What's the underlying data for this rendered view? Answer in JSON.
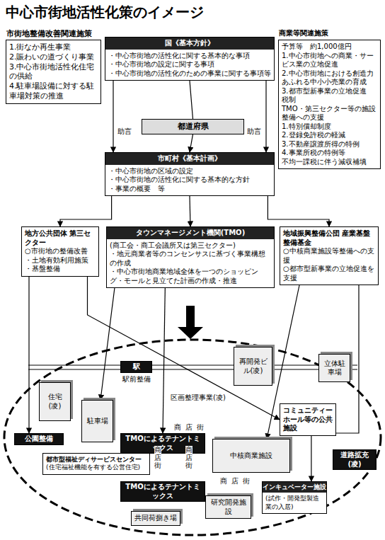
{
  "diagram": {
    "title": "中心市街地活性化策のイメージ",
    "nodes": [
      {
        "text": [
          "市街地整備改善関連施策",
          "1.街なか再生事業",
          "2.賑わいの道づくり事業",
          "3.中心市街地活性化住宅の供給",
          "4.駐車場設備に対する駐車場対策の推進"
        ]
      },
      {
        "text": [
          "国《基本方針》",
          "・中心市街地の活性化に関する基本的な事項",
          "・中心市街地の設定に関する事項",
          "・中心市街地の活性化のための事業に関する事項等"
        ]
      },
      {
        "text": [
          "商業等関連施策",
          "予算等　約1,000億円",
          "1.中心市街地への商業・サービス業の立地促進",
          "2.中心市街地における創造力あふれる中小小売業の育成",
          "3.都市型新事業の立地促進",
          "税制",
          "TMO・第三セクター等の施設整備への支援",
          "1.特別償却制度",
          "2.登録免許税の軽減",
          "3.不動産譲渡所得の特例",
          "4.事業所税の特例等",
          "不均一課税に伴う減収補填"
        ]
      },
      {
        "text": [
          "都道府県"
        ]
      },
      {
        "text": [
          "市町村《基本計画》",
          "・中心市街地の区域の設定",
          "・中心市街地の活性化に関する基本的な方針",
          "・事業の概要　等"
        ]
      },
      {
        "text": [
          "地方公共団体 第三セクター",
          "○市街地の整備改善",
          "・土地有効利用施策",
          "・基盤整備"
        ]
      },
      {
        "text": [
          "タウンマネージメント機関(TMO)",
          "(商工会・商工会議所又は第三セクター)",
          "・地元商業者等のコンセンサスに基づく事業構想の作成",
          "・中心市街地商業地域全体を一つのショッピング・モールと見立てた計画の作成・推進"
        ]
      },
      {
        "text": [
          "地域振興整備公団 産業基盤整備基金",
          "○中核商業施設等整備への支援",
          "○都市型新事業の立地促進を支援"
        ]
      },
      {
        "text": [
          "駅"
        ]
      },
      {
        "text": [
          "住宅(凌)"
        ]
      },
      {
        "text": [
          "公園整備"
        ]
      },
      {
        "text": [
          "駐車場"
        ]
      },
      {
        "text": [
          "再開発ビル(凌)"
        ]
      },
      {
        "text": [
          "立体駐車場"
        ]
      },
      {
        "text": [
          "コミュニティーホール等の公共施設"
        ]
      },
      {
        "text": [
          "TMOによるテナントミックス"
        ]
      },
      {
        "text": [
          "都市型福祉ディサービスセンター",
          "(住宅福祉機能を有する公営住宅)"
        ]
      },
      {
        "text": [
          "中核商業施設"
        ]
      },
      {
        "text": [
          "道路拡充(凌)"
        ]
      },
      {
        "text": [
          "TMOによるテナントミックス"
        ]
      },
      {
        "text": [
          "インキュベーター施設",
          "(試作・開発型製造業の入居)"
        ]
      },
      {
        "text": [
          "研究開発施設"
        ]
      },
      {
        "text": [
          "共同荷捌き場"
        ]
      }
    ],
    "edges": [
      {
        "from": 1,
        "to": 3,
        "arrow": "none"
      },
      {
        "from": 3,
        "to": 4,
        "arrow": "to"
      },
      {
        "from": 1,
        "to": 4,
        "label": "助言",
        "arrow": "to"
      },
      {
        "from": 1,
        "to": 4,
        "label": "助言",
        "arrow": "to"
      },
      {
        "from": 4,
        "to": 5,
        "arrow": "to"
      },
      {
        "from": 4,
        "to": 6,
        "arrow": "to"
      },
      {
        "from": 4,
        "to": 7,
        "arrow": "to"
      },
      {
        "from": 5,
        "to": 10,
        "arrow": "to"
      },
      {
        "from": 5,
        "to": 14,
        "arrow": "to"
      },
      {
        "from": 6,
        "to": 11,
        "arrow": "to"
      },
      {
        "from": 6,
        "to": 15,
        "arrow": "to"
      },
      {
        "from": 7,
        "to": 17,
        "arrow": "to"
      },
      {
        "from": 7,
        "to": 20,
        "arrow": "to"
      }
    ],
    "labels": [
      "駅前整備",
      "区画整理事業(凌)",
      "商店街",
      "商店街",
      "商店街",
      "商店街"
    ]
  }
}
